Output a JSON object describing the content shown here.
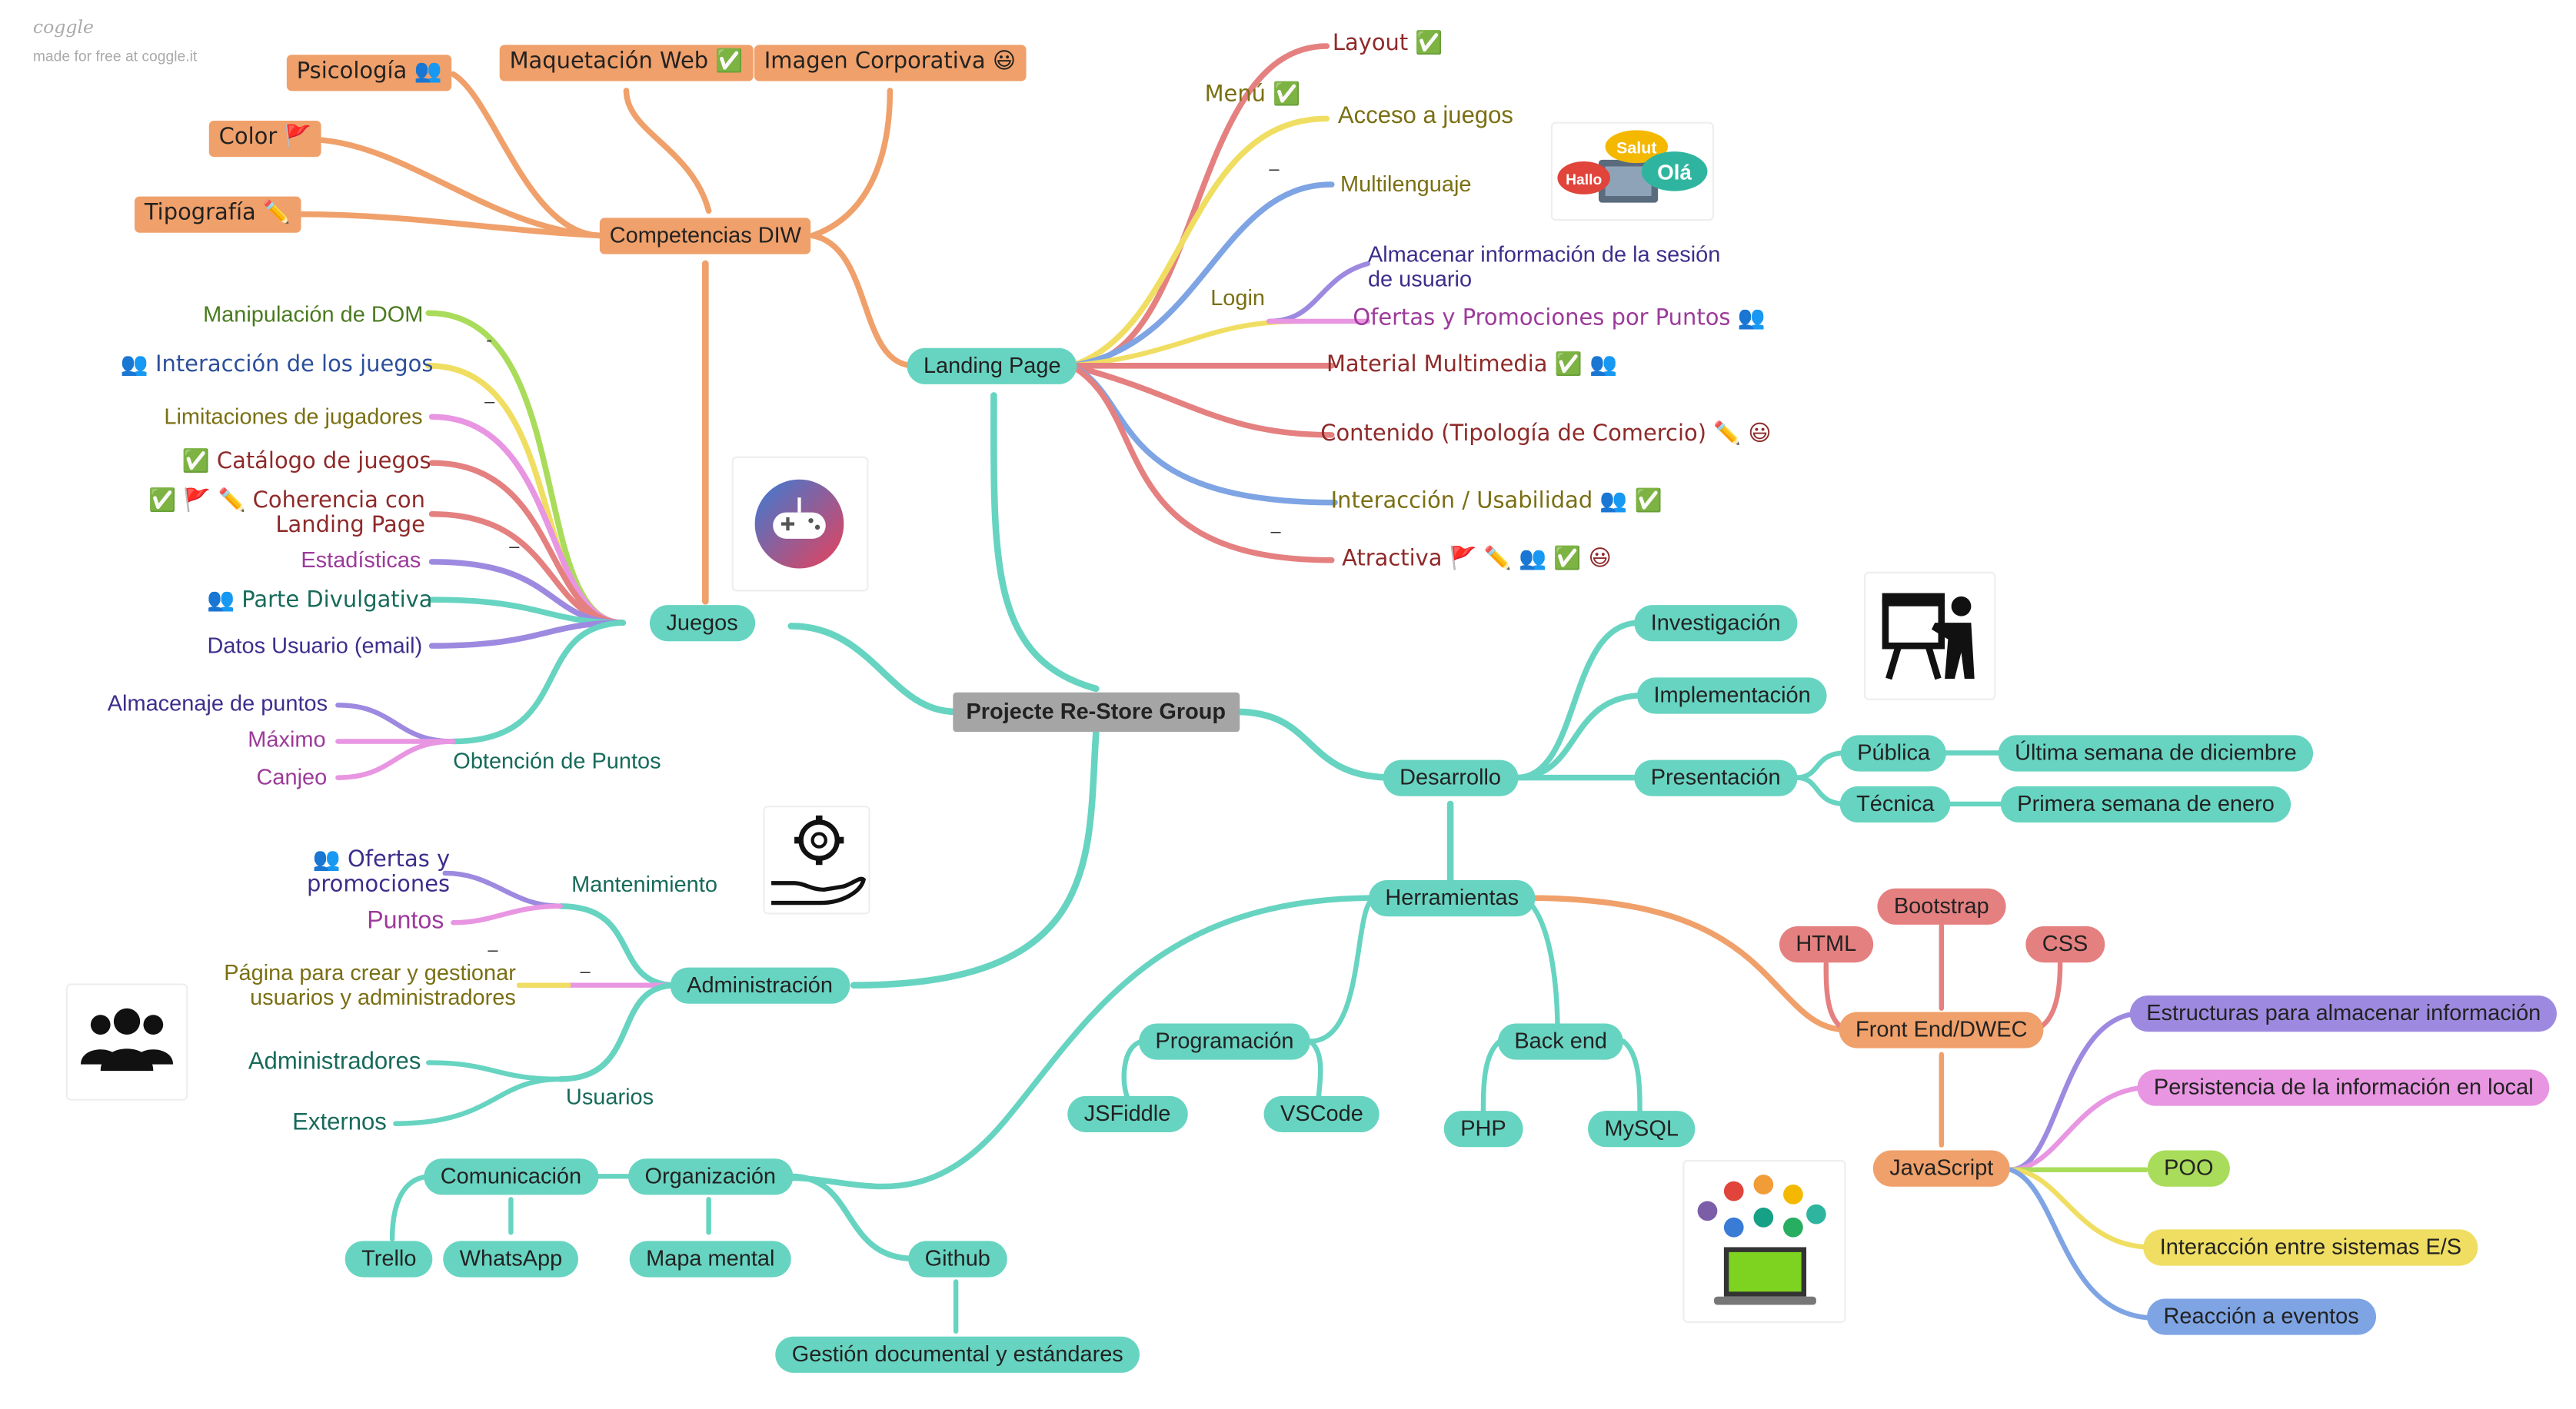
{
  "brand": {
    "logo": "coggle",
    "tagline": "made for free at coggle.it"
  },
  "root": "Projecte Re-Store Group",
  "competencias": {
    "label": "Competencias DIW",
    "items": {
      "psicologia": "Psicología 👥",
      "maquetacion": "Maquetación Web ✅",
      "imagen": "Imagen Corporativa 😃",
      "color": "Color 🚩",
      "tipografia": "Tipografía ✏️"
    }
  },
  "landing": {
    "label": "Landing Page",
    "layout": "Layout ✅",
    "menu": "Menú ✅",
    "acceso": "Acceso a juegos",
    "multilenguaje": "Multilenguaje",
    "login": "Login",
    "almacenar": "Almacenar información de la sesión de usuario",
    "ofertas": "Ofertas y Promociones por Puntos 👥",
    "material": "Material Multimedia ✅ 👥",
    "contenido": "Contenido (Tipología de Comercio) ✏️ 😃",
    "interaccion": "Interacción / Usabilidad 👥 ✅",
    "atractiva": "Atractiva 🚩 ✏️ 👥 ✅ 😃",
    "greetings": [
      "Salut",
      "Hallo",
      "Olá"
    ]
  },
  "juegos": {
    "label": "Juegos",
    "dom": "Manipulación de DOM",
    "interaccion": "👥 Interacción de los juegos",
    "limitaciones": "Limitaciones de jugadores",
    "catalogo": "✅ Catálogo de juegos",
    "coherencia": "✅ 🚩 ✏️ Coherencia con Landing Page",
    "estadisticas": "Estadísticas",
    "divulgativa": "👥 Parte Divulgativa",
    "datos": "Datos Usuario (email)",
    "puntos": "Obtención de Puntos",
    "almacenaje": "Almacenaje de puntos",
    "maximo": "Máximo",
    "canjeo": "Canjeo"
  },
  "administracion": {
    "label": "Administración",
    "mantenimiento": "Mantenimiento",
    "ofertas": "👥 Ofertas y promociones",
    "puntos": "Puntos",
    "pagina": "Página para crear y gestionar usuarios y administradores",
    "usuarios": "Usuarios",
    "administradores": "Administradores",
    "externos": "Externos"
  },
  "desarrollo": {
    "label": "Desarrollo",
    "investigacion": "Investigación",
    "implementacion": "Implementación",
    "presentacion": "Presentación",
    "publica": "Pública",
    "tecnica": "Técnica",
    "ultima": "Última semana de diciembre",
    "primera": "Primera semana de enero"
  },
  "herramientas": {
    "label": "Herramientas",
    "programacion": "Programación",
    "jsfiddle": "JSFiddle",
    "vscode": "VSCode",
    "backend": "Back end",
    "php": "PHP",
    "mysql": "MySQL",
    "frontend": "Front End/DWEC",
    "html": "HTML",
    "bootstrap": "Bootstrap",
    "css": "CSS",
    "javascript": "JavaScript",
    "estructuras": "Estructuras para almacenar información",
    "persistencia": "Persistencia de la información en local",
    "poo": "POO",
    "es": "Interacción entre sistemas E/S",
    "eventos": "Reacción a eventos",
    "organizacion": "Organización",
    "comunicacion": "Comunicación",
    "trello": "Trello",
    "whatsapp": "WhatsApp",
    "mapa": "Mapa mental",
    "github": "Github",
    "gestion": "Gestión documental y estándares"
  },
  "colors": {
    "teal": "#67d4c1",
    "orange": "#f0a06a",
    "red": "#e58080",
    "purple": "#9d8ae0",
    "pink": "#e895e2",
    "green": "#a9dc5a",
    "yellow": "#f0de62",
    "blue": "#7ea4e4"
  },
  "icons": [
    "gamepad-icon",
    "presentation-icon",
    "gear-hand-icon",
    "group-icon",
    "greetings-icon",
    "apps-laptop-icon"
  ]
}
